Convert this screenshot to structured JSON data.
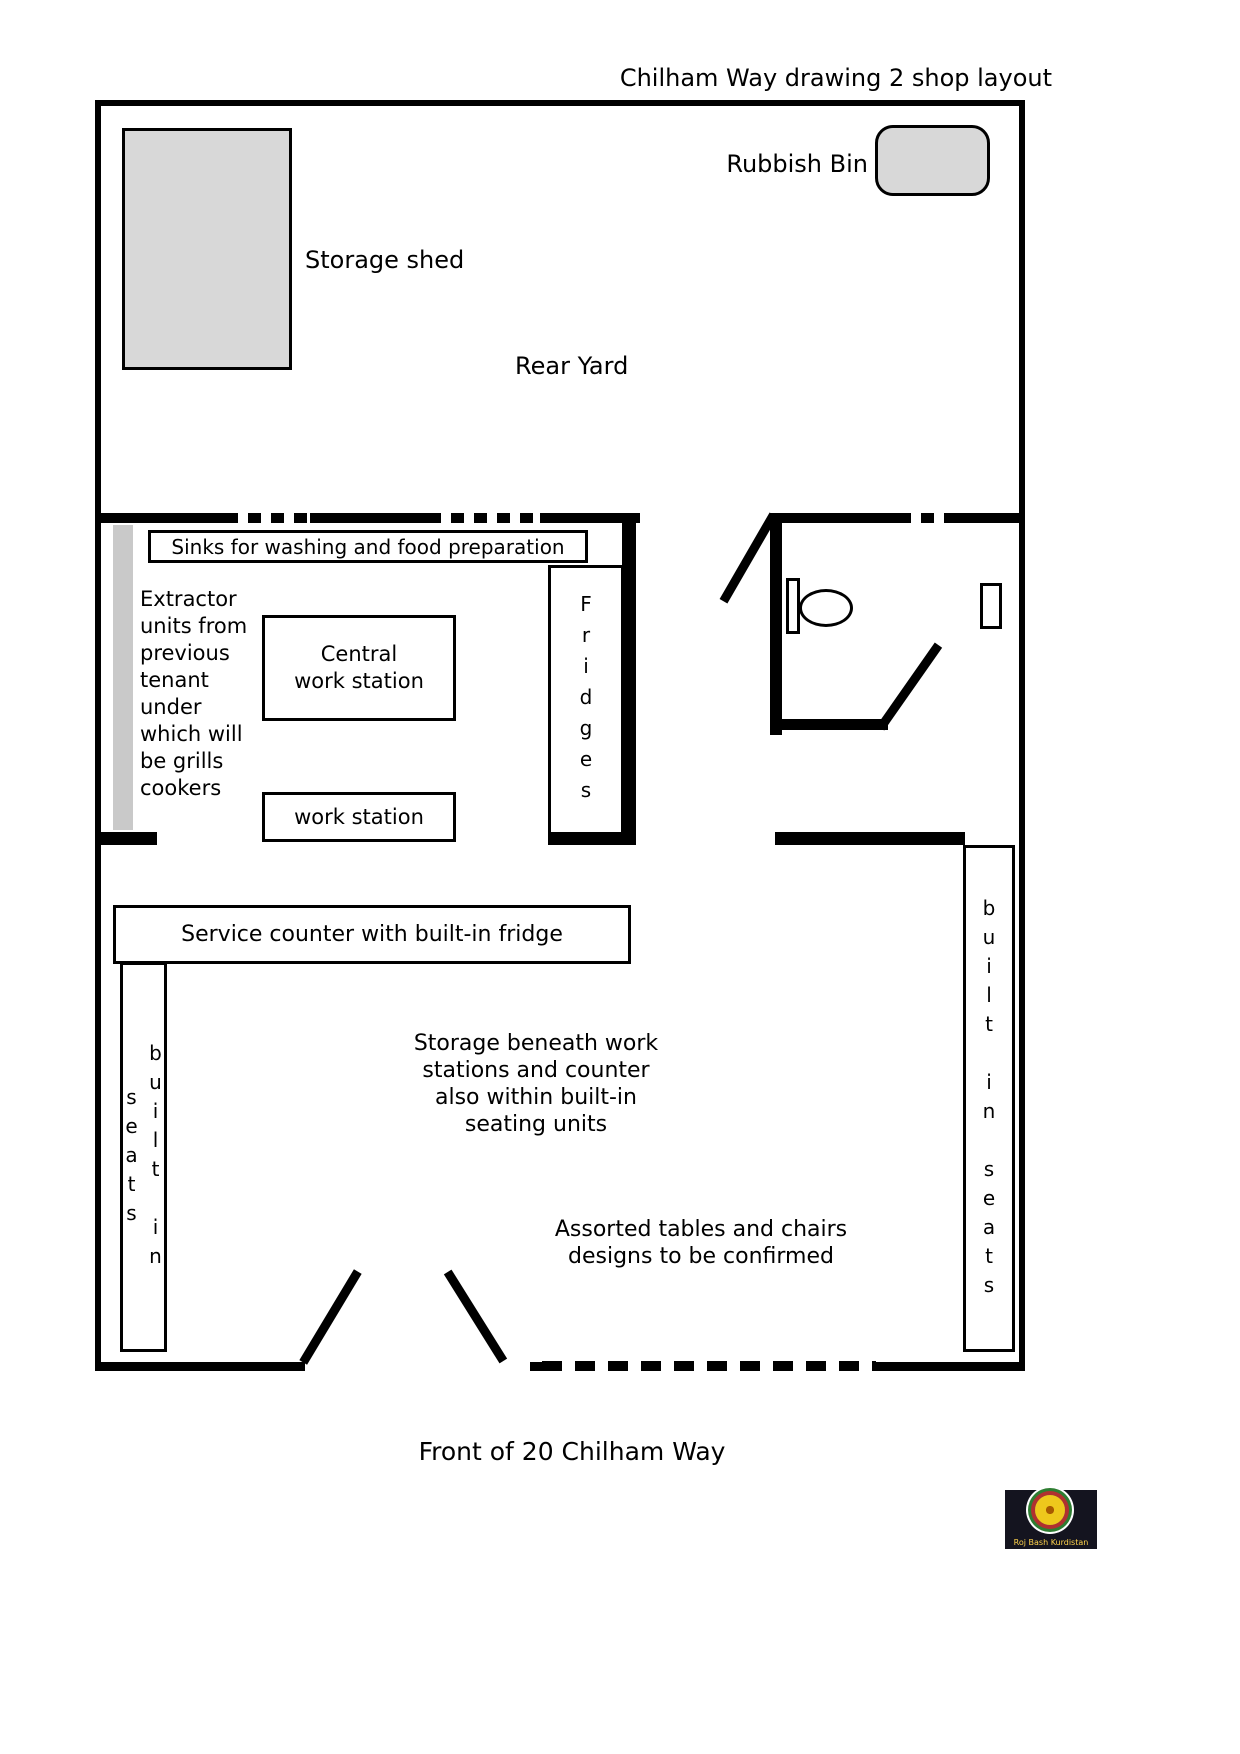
{
  "title": "Chilham Way drawing 2 shop layout",
  "rear_yard": {
    "storage_shed": "Storage shed",
    "rubbish_bin": "Rubbish Bin",
    "label": "Rear Yard"
  },
  "kitchen": {
    "sinks": "Sinks for washing and food preparation",
    "extractor_note": "Extractor\nunits from\nprevious\ntenant\nunder\nwhich will\nbe grills\ncookers",
    "central_workstation": "Central\nwork station",
    "workstation": "work station",
    "fridges": "Fridges"
  },
  "shop_floor": {
    "service_counter": "Service counter with built-in fridge",
    "seats_left": "built in seats",
    "seats_right": "built in seats",
    "storage_note": "Storage beneath work\nstations and counter\nalso within built-in\nseating units",
    "tables_note": "Assorted tables and chairs\ndesigns to be confirmed"
  },
  "footer": {
    "front_label": "Front of 20 Chilham Way"
  },
  "logo": {
    "text": "Roj Bash Kurdistan"
  },
  "colors": {
    "wall": "#000000",
    "shed_fill": "#d8d8d8",
    "extractor_fill": "#c9c9c9"
  }
}
